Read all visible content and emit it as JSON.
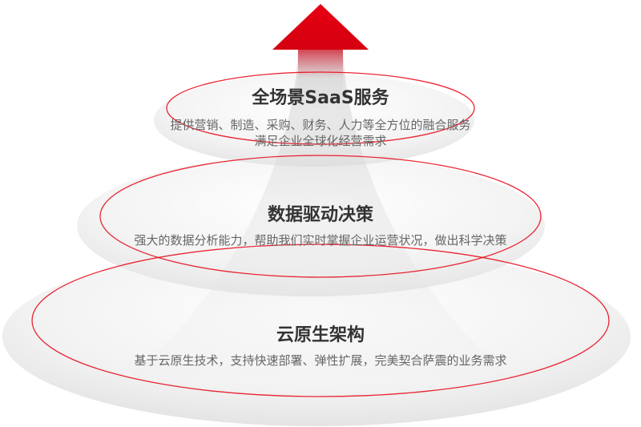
{
  "layers": [
    {
      "title": "全场景SaaS服务",
      "lines": [
        "提供营销、制造、采购、财务、人力等全方位的融合服务",
        "满足企业全球化经营需求"
      ]
    },
    {
      "title": "数据驱动决策",
      "lines": [
        "强大的数据分析能力，帮助我们实时掌握企业运营状况，做出科学决策"
      ]
    },
    {
      "title": "云原生架构",
      "lines": [
        "基于云原生技术，支持快速部署、弹性扩展，完美契合萨震的业务需求"
      ]
    }
  ],
  "colors": {
    "accent": "#e60012",
    "title": "#333333",
    "text": "#666666"
  }
}
